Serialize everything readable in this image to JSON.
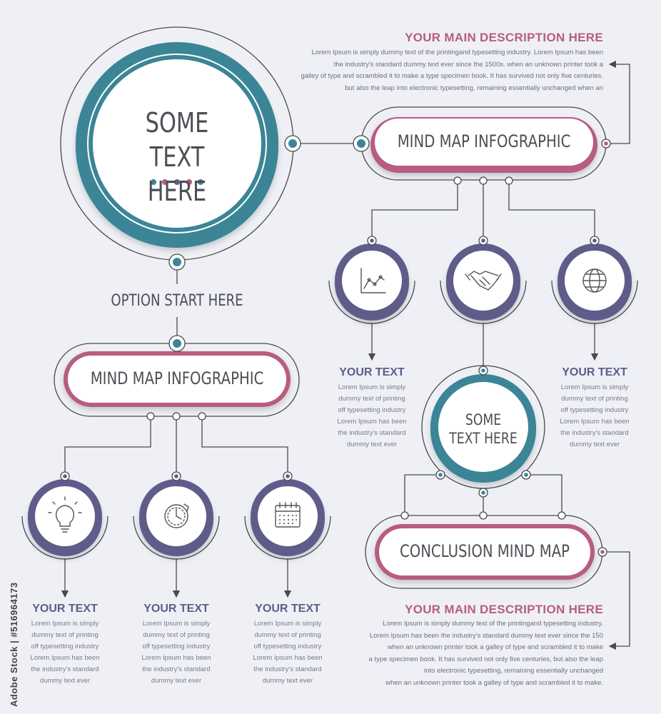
{
  "colors": {
    "teal": "#3b8596",
    "pink": "#b85c80",
    "purple": "#5f5c8a",
    "line": "#4a4a4a",
    "background": "#eef0f6"
  },
  "main_circle": {
    "line1": "SOME",
    "line2": "TEXT HERE"
  },
  "top_description": {
    "title": "YOUR MAIN DESCRIPTION HERE",
    "body": "Lorem Ipsum is simply dummy text of the printingand typesetting industry. Lorem Ipsum has been\nthe industry's standard dummy text ever since the 1500s. when an unknown printer took a\ngalley of type and scrambled it to make a type specimen book. It has survived not only five centuries.\nbut also the leap into electronic typesetting, remaining essentially unchanged when an"
  },
  "top_pill": {
    "label": "MIND MAP INFOGRAPHIC"
  },
  "option_label": "OPTION START HERE",
  "left_pill": {
    "label": "MIND MAP INFOGRAPHIC"
  },
  "right_nodes": [
    {
      "icon": "line-chart-icon",
      "title": "YOUR TEXT",
      "body": "Lorem Ipsum is simply\ndummy text of printing\noff typesetting industry\nLorem Ipsum has been\nthe industry's standard\ndummy text ever"
    },
    {
      "icon": "handshake-icon"
    },
    {
      "icon": "globe-icon",
      "title": "YOUR TEXT",
      "body": "Lorem Ipsum is simply\ndummy text of printing\noff typesetting industry\nLorem Ipsum has been\nthe industry's standard\ndummy text ever"
    }
  ],
  "secondary_circle": {
    "line1": "SOME",
    "line2": "TEXT HERE"
  },
  "conclusion_pill": {
    "label": "CONCLUSION MIND MAP"
  },
  "left_nodes": [
    {
      "icon": "lightbulb-icon",
      "title": "YOUR TEXT",
      "body": "Lorem Ipsum is simply\ndummy text of printing\noff typesetting industry\nLorem Ipsum has been\nthe industry's standard\ndummy text ever"
    },
    {
      "icon": "clock-icon",
      "title": "YOUR TEXT",
      "body": "Lorem Ipsum is simply\ndummy text of printing\noff typesetting industry\nLorem Ipsum has been\nthe industry's standard\ndummy text ever"
    },
    {
      "icon": "calendar-icon",
      "title": "YOUR TEXT",
      "body": "Lorem Ipsum is simply\ndummy text of printing\noff typesetting industry\nLorem Ipsum has been\nthe industry's standard\ndummy text ever"
    }
  ],
  "bottom_description": {
    "title": "YOUR MAIN DESCRIPTION HERE",
    "body": "Lorem Ipsum is simply dummy text of the printingand typesetting industry.\nLorem Ipsum has been the industry's standard dummy text ever since the 150\nwhen an unknown printer took  a galley of type and scrambled it to make\na type specimen book. It has survived not only five centuries, but also the leap\ninto electronic typesetting, remaining essentially unchanged\nwhen an unknown printer took  a galley of type and scrambled it to make."
  },
  "watermark": "Adobe Stock | #516964173"
}
